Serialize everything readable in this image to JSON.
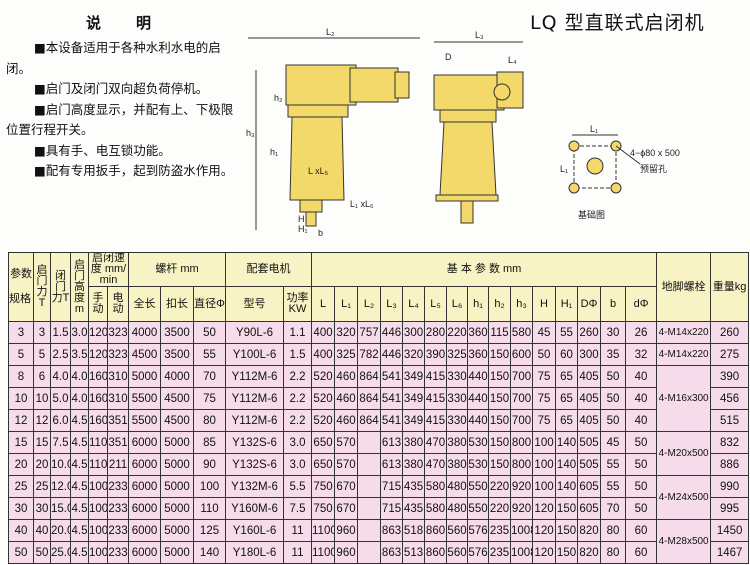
{
  "title": "LQ 型直联式启闭机",
  "description": {
    "heading": "说　明",
    "items": [
      "■本设备适用于各种水利水电的启闭。",
      "■启门及闭门双向超负荷停机。",
      "■启门高度显示，并配有上、下极限位置行程开关。",
      "■具有手、电互锁功能。",
      "■配有专用扳手，起到防盗水作用。"
    ]
  },
  "diagram_labels": {
    "L2": "L₂",
    "L3": "L₃",
    "L4": "L₄",
    "D": "D",
    "h1": "h₁",
    "h2": "h₂",
    "h3": "h₃",
    "L_L5": "L xL₅",
    "L1_L6": "L₁ xL₆",
    "H": "H",
    "H1": "H₁",
    "b": "b",
    "L1": "L₁",
    "hole_spec": "4−ϕ80 x 500",
    "hole_name": "预留孔",
    "foundation": "基础图"
  },
  "table": {
    "corner_top": "参数",
    "corner_bottom": "规格",
    "headers": {
      "open_force": "启门力T",
      "close_force": "闭门力T",
      "height": "启门高度m",
      "speed": "启闭速度 mm/min",
      "manual": "手动",
      "electric": "电动",
      "screw": "螺杆 mm",
      "total_len": "全长",
      "thread_len": "扣长",
      "diameter": "直径Φ",
      "motor": "配套电机",
      "model": "型号",
      "power": "功率KW",
      "basic": "基 本 参 数 mm",
      "dims": [
        "L",
        "L₁",
        "L₂",
        "L₃",
        "L₄",
        "L₅",
        "L₆",
        "h₁",
        "h₂",
        "h₃",
        "H",
        "H₁",
        "DΦ",
        "b",
        "dΦ"
      ],
      "bolt": "地脚螺栓",
      "weight": "重量kg"
    },
    "rows": [
      [
        "3",
        "3",
        "1.5",
        "3.0",
        "120",
        "323",
        "4000",
        "3500",
        "50",
        "Y90L-6",
        "1.1",
        "400",
        "320",
        "757",
        "446",
        "300",
        "280",
        "220",
        "360",
        "115",
        "580",
        "45",
        "55",
        "260",
        "30",
        "26",
        "260"
      ],
      [
        "5",
        "5",
        "2.5",
        "3.5",
        "120",
        "323",
        "4500",
        "3500",
        "55",
        "Y100L-6",
        "1.5",
        "400",
        "325",
        "782",
        "446",
        "320",
        "390",
        "325",
        "360",
        "150",
        "600",
        "50",
        "60",
        "300",
        "35",
        "32",
        "275"
      ],
      [
        "8",
        "6",
        "4.0",
        "4.0",
        "160",
        "310",
        "5000",
        "4000",
        "70",
        "Y112M-6",
        "2.2",
        "520",
        "460",
        "864",
        "541",
        "349",
        "415",
        "330",
        "440",
        "150",
        "700",
        "75",
        "65",
        "405",
        "50",
        "40",
        "390"
      ],
      [
        "10",
        "10",
        "5.0",
        "4.0",
        "160",
        "310",
        "5500",
        "4500",
        "75",
        "Y112M-6",
        "2.2",
        "520",
        "460",
        "864",
        "541",
        "349",
        "415",
        "330",
        "440",
        "150",
        "700",
        "75",
        "65",
        "405",
        "50",
        "40",
        "456"
      ],
      [
        "12",
        "12",
        "6.0",
        "4.5",
        "160",
        "351",
        "5500",
        "4500",
        "80",
        "Y112M-6",
        "2.2",
        "520",
        "460",
        "864",
        "541",
        "349",
        "415",
        "330",
        "440",
        "150",
        "700",
        "75",
        "65",
        "405",
        "50",
        "40",
        "515"
      ],
      [
        "15",
        "15",
        "7.5",
        "4.5",
        "110",
        "351",
        "6000",
        "5000",
        "85",
        "Y132S-6",
        "3.0",
        "650",
        "570",
        "",
        "613",
        "380",
        "470",
        "380",
        "530",
        "150",
        "800",
        "100",
        "140",
        "505",
        "45",
        "50",
        "832"
      ],
      [
        "20",
        "20",
        "10.0",
        "4.5",
        "110",
        "211",
        "6000",
        "5000",
        "90",
        "Y132S-6",
        "3.0",
        "650",
        "570",
        "",
        "613",
        "380",
        "470",
        "380",
        "530",
        "150",
        "800",
        "100",
        "140",
        "505",
        "55",
        "50",
        "886"
      ],
      [
        "25",
        "25",
        "12.0",
        "4.5",
        "100",
        "233",
        "6000",
        "5000",
        "100",
        "Y132M-6",
        "5.5",
        "750",
        "670",
        "",
        "715",
        "435",
        "580",
        "480",
        "550",
        "220",
        "920",
        "100",
        "140",
        "605",
        "55",
        "50",
        "990"
      ],
      [
        "30",
        "30",
        "15.0",
        "4.5",
        "100",
        "233",
        "6000",
        "5000",
        "110",
        "Y160M-6",
        "7.5",
        "750",
        "670",
        "",
        "715",
        "435",
        "580",
        "480",
        "550",
        "220",
        "920",
        "120",
        "150",
        "605",
        "70",
        "50",
        "995"
      ],
      [
        "40",
        "40",
        "20.0",
        "4.5",
        "100",
        "233",
        "6000",
        "5000",
        "125",
        "Y160L-6",
        "11",
        "1100",
        "960",
        "",
        "863",
        "518",
        "860",
        "560",
        "576",
        "235",
        "1008",
        "120",
        "150",
        "820",
        "80",
        "60",
        "1450"
      ],
      [
        "50",
        "50",
        "25.0",
        "4.5",
        "100",
        "233",
        "6000",
        "5000",
        "140",
        "Y180L-6",
        "11",
        "1100",
        "960",
        "",
        "863",
        "513",
        "860",
        "560",
        "576",
        "235",
        "1008",
        "120",
        "150",
        "820",
        "80",
        "60",
        "1467"
      ]
    ],
    "bolts": [
      {
        "label": "4-M14x220",
        "span": 1
      },
      {
        "label": "4-M14x220",
        "span": 1
      },
      {
        "label": "4-M16x300",
        "span": 3
      },
      {
        "label": "4-M20x500",
        "span": 2
      },
      {
        "label": "4-M24x500",
        "span": 2
      },
      {
        "label": "4-M28x500",
        "span": 2
      }
    ]
  },
  "colors": {
    "header_bg": "#f8f3c4",
    "row_bg": "#f6dcea",
    "machine": "#f2d96a"
  }
}
